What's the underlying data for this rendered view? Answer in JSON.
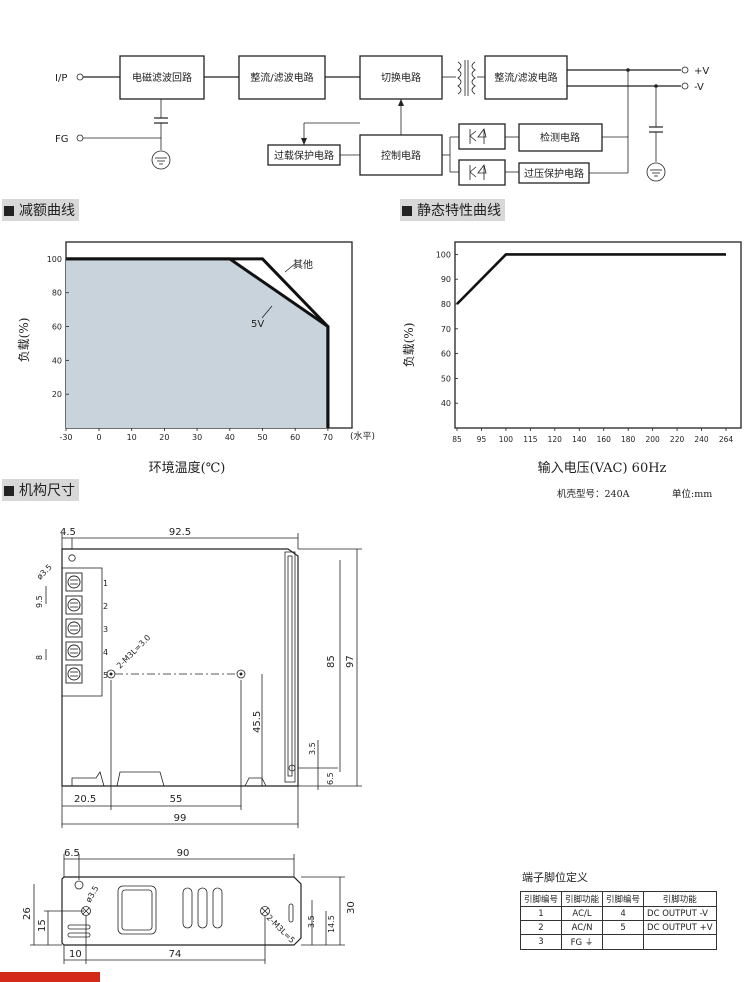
{
  "block_diagram": {
    "input_label": "I/P",
    "fg_label": "FG",
    "emi_filter": "电磁滤波回路",
    "rectifier_primary": "整流/滤波电路",
    "switching": "切换电路",
    "rectifier_secondary": "整流/滤波电路",
    "out_pos": "+V",
    "out_neg": "-V",
    "overload": "过载保护电路",
    "control": "控制电路",
    "detection": "检测电路",
    "overvoltage": "过压保护电路"
  },
  "sections": {
    "derating": "减额曲线",
    "static": "静态特性曲线",
    "mechanical": "机构尺寸"
  },
  "chart_data": [
    {
      "type": "line",
      "ylabel": "负载(%)",
      "xlabel": "环境温度(℃)",
      "x_unit": "(水平)",
      "x_ticks": [
        -30,
        0,
        10,
        20,
        30,
        40,
        50,
        60,
        70
      ],
      "y_ticks": [
        20,
        40,
        60,
        80,
        100
      ],
      "xlim": [
        -30,
        75
      ],
      "ylim": [
        0,
        110
      ],
      "series": [
        {
          "name": "其他",
          "x": [
            -30,
            50,
            70,
            70
          ],
          "y": [
            100,
            100,
            60,
            0
          ]
        },
        {
          "name": "5V",
          "x": [
            -30,
            40,
            70,
            70
          ],
          "y": [
            100,
            100,
            60,
            0
          ]
        }
      ]
    },
    {
      "type": "line",
      "ylabel": "负载(%)",
      "xlabel": "输入电压(VAC) 60Hz",
      "x_ticks": [
        85,
        95,
        100,
        115,
        120,
        140,
        160,
        180,
        200,
        220,
        240,
        264
      ],
      "y_ticks": [
        40,
        50,
        60,
        70,
        80,
        90,
        100
      ],
      "ylim": [
        30,
        105
      ],
      "series": [
        {
          "name": "",
          "x": [
            85,
            100,
            264
          ],
          "y": [
            80,
            100,
            100
          ]
        }
      ]
    }
  ],
  "case_info": "机壳型号：240A",
  "unit_info": "单位:mm",
  "mechanical": {
    "dims_top": [
      "4.5",
      "92.5",
      "ø3.5",
      "9.5",
      "8",
      "85",
      "97",
      "2-M3L=3.0",
      "45.5",
      "3.5",
      "6.5",
      "20.5",
      "55",
      "99"
    ],
    "pins": [
      "1",
      "2",
      "3",
      "4",
      "5"
    ],
    "dims_bottom": [
      "6.5",
      "90",
      "ø3.5",
      "26",
      "15",
      "30",
      "3.5",
      "14.5",
      "2-M3L=5",
      "10",
      "74"
    ]
  },
  "terminal_table": {
    "title": "端子脚位定义",
    "headers": [
      "引脚编号",
      "引脚功能",
      "引脚编号",
      "引脚功能"
    ],
    "rows": [
      [
        "1",
        "AC/L",
        "4",
        "DC OUTPUT -V"
      ],
      [
        "2",
        "AC/N",
        "5",
        "DC OUTPUT +V"
      ],
      [
        "3",
        "FG ⏚",
        "",
        ""
      ]
    ]
  }
}
